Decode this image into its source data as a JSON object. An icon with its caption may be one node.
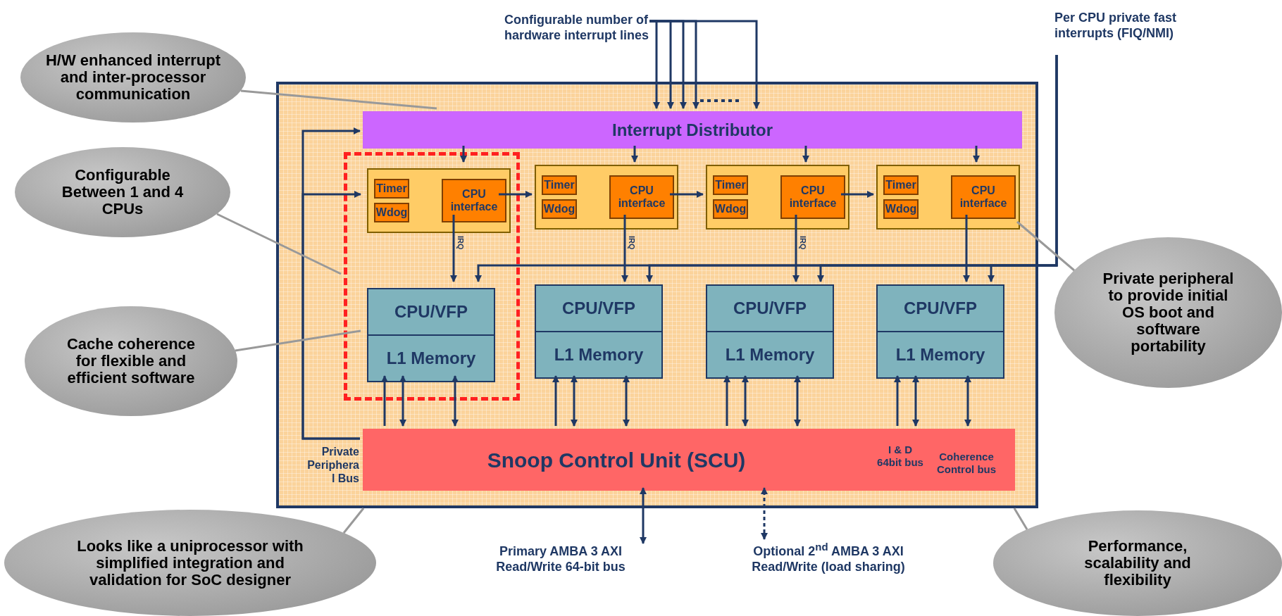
{
  "diagram": {
    "nodes": [
      {
        "text": [
          "H/W enhanced interrupt and inter-processor communication"
        ]
      },
      {
        "text": [
          "Configurable Between 1 and 4 CPUs"
        ]
      },
      {
        "text": [
          "Cache coherence for flexible and efficient software"
        ]
      },
      {
        "text": [
          "Looks like a uniprocessor with simplified integration and validation for SoC designer"
        ]
      },
      {
        "text": [
          "Private peripheral to provide initial OS boot and software portability"
        ]
      },
      {
        "text": [
          "Performance, scalability and flexibility"
        ]
      },
      {
        "text": [
          "Configurable number of hardware interrupt lines"
        ]
      },
      {
        "text": [
          "Per CPU private fast interrupts (FIQ/NMI)"
        ]
      },
      {
        "text": [],
        "shape": "box"
      },
      {
        "text": [
          "Interrupt Distributor"
        ],
        "in": 8
      },
      {
        "text": [],
        "shape": "box",
        "in": 8
      },
      {
        "text": [],
        "shape": "box",
        "in": 10
      },
      {
        "text": [
          "Timer"
        ],
        "in": 11
      },
      {
        "text": [
          "Wdog"
        ],
        "in": 11
      },
      {
        "text": [
          "CPU interface"
        ],
        "in": 11
      },
      {
        "text": [
          "CPU/VFP",
          "L1 Memory"
        ],
        "in": 10
      },
      {
        "text": [],
        "shape": "box",
        "in": 8
      },
      {
        "text": [
          "Timer"
        ],
        "in": 16
      },
      {
        "text": [
          "Wdog"
        ],
        "in": 16
      },
      {
        "text": [
          "CPU interface"
        ],
        "in": 16
      },
      {
        "text": [
          "CPU/VFP",
          "L1 Memory"
        ],
        "in": 8
      },
      {
        "text": [],
        "shape": "box",
        "in": 8
      },
      {
        "text": [
          "Timer"
        ],
        "in": 21
      },
      {
        "text": [
          "Wdog"
        ],
        "in": 21
      },
      {
        "text": [
          "CPU interface"
        ],
        "in": 21
      },
      {
        "text": [
          "CPU/VFP",
          "L1 Memory"
        ],
        "in": 8
      },
      {
        "text": [],
        "shape": "box",
        "in": 8
      },
      {
        "text": [
          "Timer"
        ],
        "in": 26
      },
      {
        "text": [
          "Wdog"
        ],
        "in": 26
      },
      {
        "text": [
          "CPU interface"
        ],
        "in": 26
      },
      {
        "text": [
          "CPU/VFP",
          "L1 Memory"
        ],
        "in": 8
      },
      {
        "text": [
          "Snoop Control Unit (SCU)",
          "I & D 64bit bus",
          "Coherence Control bus"
        ],
        "in": 8
      },
      {
        "text": [
          "Primary AMBA 3 AXI Read/Write 64-bit bus"
        ]
      },
      {
        "text": [
          "Optional 2$^{nd}$ AMBA 3 AXI Read/Write (load sharing)"
        ]
      }
    ],
    "edges": [
      {
        "from": 6,
        "to": 9,
        "arrow": "to"
      },
      {
        "from": 6,
        "to": 9,
        "arrow": "to"
      },
      {
        "from": 6,
        "to": 9,
        "arrow": "to"
      },
      {
        "from": 6,
        "to": 9,
        "arrow": "to"
      },
      {
        "from": 6,
        "to": 9,
        "arrow": "to"
      },
      {
        "from": 9,
        "to": 11,
        "arrow": "to"
      },
      {
        "from": 9,
        "to": 16,
        "arrow": "to"
      },
      {
        "from": 9,
        "to": 21,
        "arrow": "to"
      },
      {
        "from": 9,
        "to": 26,
        "arrow": "to"
      },
      {
        "from": 31,
        "to": 9,
        "arrow": "to",
        "label": "Private Periphera l Bus"
      },
      {
        "from": 31,
        "to": 11,
        "arrow": "to"
      },
      {
        "from": 14,
        "to": 16,
        "arrow": "to"
      },
      {
        "from": 19,
        "to": 21,
        "arrow": "to"
      },
      {
        "from": 24,
        "to": 26,
        "arrow": "to"
      },
      {
        "from": 14,
        "to": 15,
        "arrow": "to",
        "label": "IRQ"
      },
      {
        "from": 19,
        "to": 20,
        "arrow": "to",
        "label": "IRQ"
      },
      {
        "from": 24,
        "to": 25,
        "arrow": "to",
        "label": "IRQ"
      },
      {
        "from": 29,
        "to": 30,
        "arrow": "to"
      },
      {
        "from": 7,
        "to": 15,
        "arrow": "to"
      },
      {
        "from": 7,
        "to": 20,
        "arrow": "to"
      },
      {
        "from": 7,
        "to": 25,
        "arrow": "to"
      },
      {
        "from": 7,
        "to": 30,
        "arrow": "to"
      },
      {
        "from": 31,
        "to": 15,
        "arrow": "to"
      },
      {
        "from": 15,
        "to": 31,
        "arrow": "both"
      },
      {
        "from": 15,
        "to": 31,
        "arrow": "both"
      },
      {
        "from": 31,
        "to": 20,
        "arrow": "to"
      },
      {
        "from": 20,
        "to": 31,
        "arrow": "both"
      },
      {
        "from": 20,
        "to": 31,
        "arrow": "both"
      },
      {
        "from": 31,
        "to": 25,
        "arrow": "to"
      },
      {
        "from": 25,
        "to": 31,
        "arrow": "both"
      },
      {
        "from": 25,
        "to": 31,
        "arrow": "both"
      },
      {
        "from": 31,
        "to": 30,
        "arrow": "to"
      },
      {
        "from": 30,
        "to": 31,
        "arrow": "both"
      },
      {
        "from": 30,
        "to": 31,
        "arrow": "both"
      },
      {
        "from": 32,
        "to": 31,
        "arrow": "both"
      },
      {
        "from": 33,
        "to": 31,
        "arrow": "both",
        "style": "dashed"
      },
      {
        "from": 0,
        "to": 9,
        "arrow": "none",
        "color": "#999999"
      },
      {
        "from": 1,
        "to": 10,
        "arrow": "none",
        "color": "#999999"
      },
      {
        "from": 2,
        "to": 15,
        "arrow": "none",
        "color": "#999999"
      },
      {
        "from": 3,
        "to": 8,
        "arrow": "none",
        "color": "#999999"
      },
      {
        "from": 4,
        "to": 26,
        "arrow": "none",
        "color": "#999999"
      },
      {
        "from": 5,
        "to": 8,
        "arrow": "none",
        "color": "#999999"
      }
    ]
  }
}
